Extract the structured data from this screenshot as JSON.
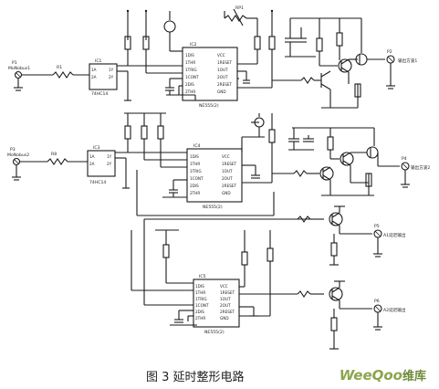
{
  "caption": "图 3  延时整形电路",
  "watermark": {
    "brand": "WeeQoo",
    "suffix": "维库"
  },
  "section1": {
    "input_label": "P1",
    "input_signal": "MoNobus1",
    "resistor_in": "R1",
    "inverter_chip": "IC1",
    "inverter_part": "74HC14",
    "timer_chip": "IC2",
    "timer_part": "NE555(2)",
    "pot_label": "RP1",
    "output_label": "P2",
    "output_signal": "输出方波1"
  },
  "section2": {
    "input_label": "P3",
    "input_signal": "MoNobus2",
    "resistor_in": "R8",
    "inverter_chip": "IC3",
    "inverter_part": "74HC14",
    "timer_chip": "IC4",
    "timer_part": "NE555(2)",
    "output_label": "P4",
    "output_signal": "输出方波2"
  },
  "section3": {
    "timer_chip": "IC5",
    "timer_part": "NE555(2)",
    "output_a_label": "P5",
    "output_a_signal": "A1延迟输出",
    "output_b_label": "P6",
    "output_b_signal": "A2延迟输出"
  },
  "pins": {
    "inverter": [
      "1A",
      "2A",
      "1Y",
      "2Y"
    ],
    "timer_left": [
      "1DIS",
      "1THR",
      "1TRIG",
      "1CONT",
      "2DIS",
      "2THR"
    ],
    "timer_right": [
      "VCC",
      "1RESET",
      "1OUT",
      "2OUT",
      "2RESET",
      "GND"
    ]
  }
}
